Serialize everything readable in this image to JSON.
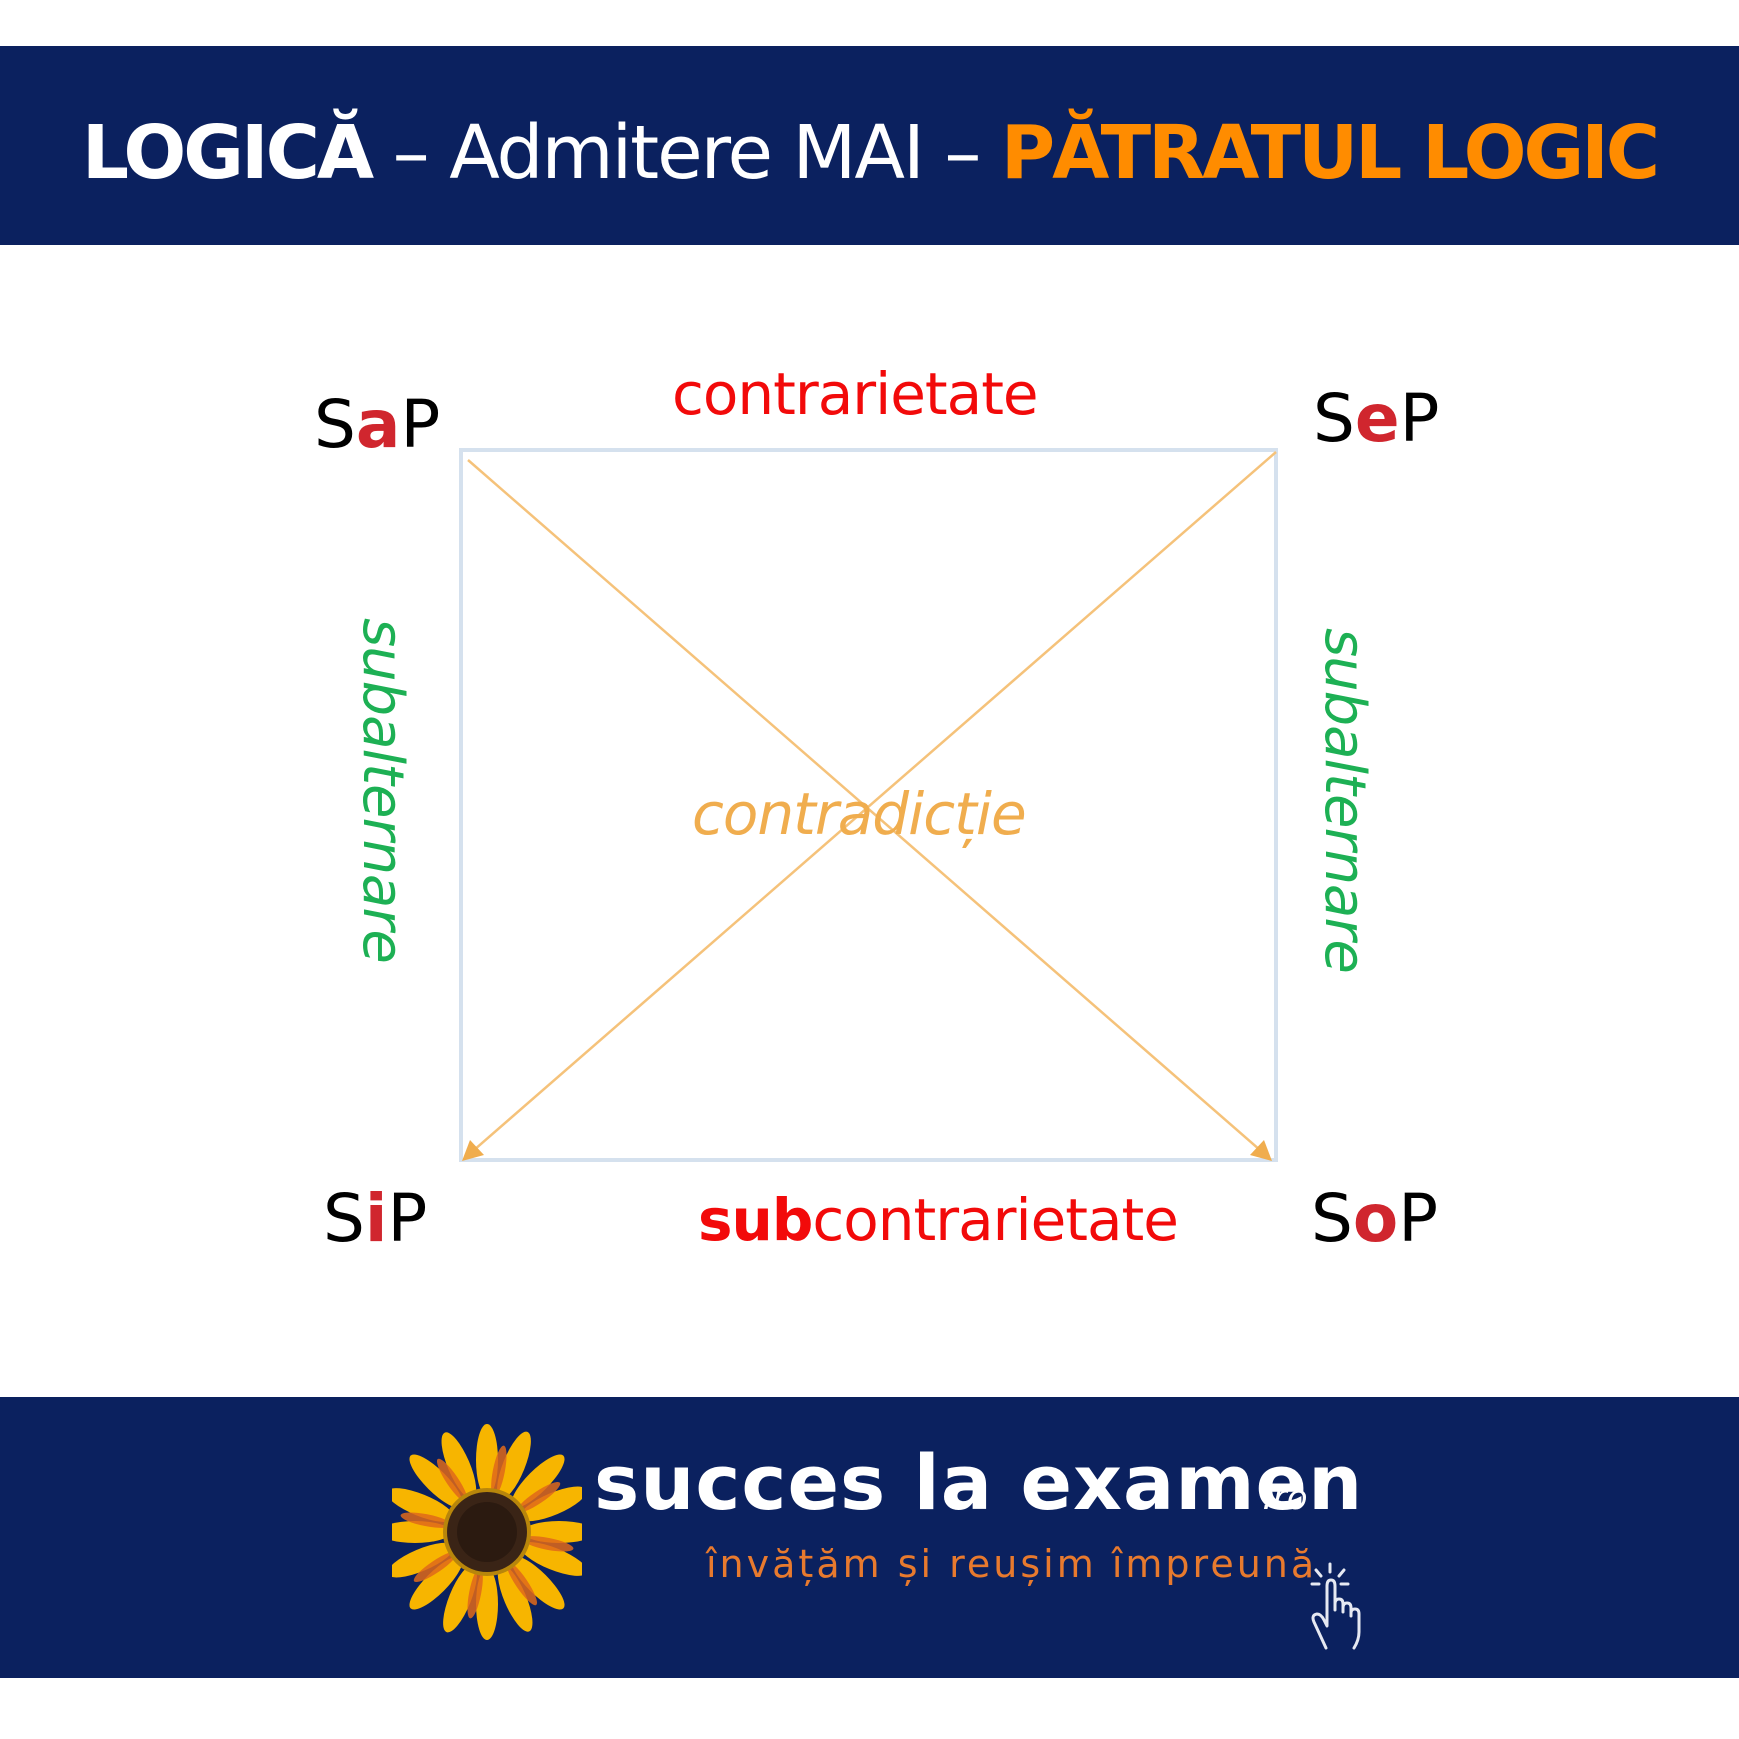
{
  "header": {
    "title_part1": "LOGICĂ",
    "title_sep1": " – Admitere MAI – ",
    "title_part2": "PĂTRATUL LOGIC",
    "colors": {
      "background": "#0B215F",
      "text": "#FFFFFF",
      "accent": "#FF8C00"
    }
  },
  "diagram": {
    "corners": {
      "top_left": {
        "pre": "S",
        "quantifier": "a",
        "post": "P"
      },
      "top_right": {
        "pre": "S",
        "quantifier": "e",
        "post": "P"
      },
      "bottom_left": {
        "pre": "S",
        "quantifier": "i",
        "post": "P"
      },
      "bottom_right": {
        "pre": "S",
        "quantifier": "o",
        "post": "P"
      }
    },
    "relations": {
      "top": "contrarietate",
      "bottom_prefix": "sub",
      "bottom_rest": "contrarietate",
      "left": "subalternare",
      "right": "subalternare",
      "center": "contradicție"
    },
    "colors": {
      "quantifier": "#D0262E",
      "contrariety": "#F20A0A",
      "subalternation": "#1DB054",
      "contradiction": "#F0AD4E",
      "square_border": "#D5E1EE"
    }
  },
  "footer": {
    "brand_name": "succes la examen",
    "brand_tld": ".ro",
    "tagline": "învățăm și reușim împreună",
    "icons": [
      "sunflower-logo",
      "pointing-hand-click-icon"
    ],
    "colors": {
      "background": "#0B215F",
      "brand": "#FFFFFF",
      "tagline": "#E87A2E"
    }
  }
}
